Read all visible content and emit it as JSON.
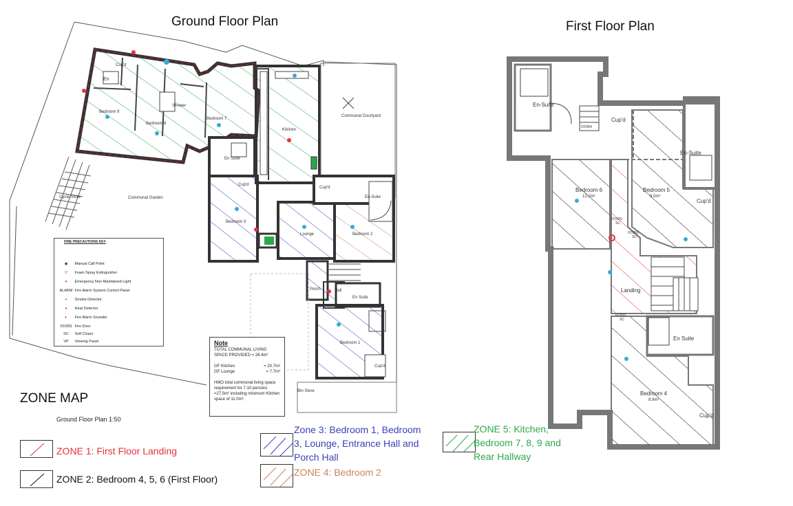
{
  "titles": {
    "ground": "Ground Floor Plan",
    "first": "First Floor Plan"
  },
  "zone_map_title": "ZONE MAP",
  "scale_note": "Ground Floor Plan 1:50",
  "colors": {
    "zone1": "#e8303a",
    "zone2": "#111111",
    "zone3": "#3a3fb8",
    "zone4": "#c8835a",
    "zone5": "#2aa84a",
    "wall": "#555555",
    "wall_fill": "#9a9a9a"
  },
  "zones": [
    {
      "id": "zone1",
      "label": "ZONE 1: First Floor Landing"
    },
    {
      "id": "zone2",
      "label": "ZONE 2: Bedroom 4, 5, 6 (First Floor)"
    },
    {
      "id": "zone3",
      "label": "Zone 3: Bedroom 1, Bedroom 3, Lounge, Entrance Hall and Porch Hall"
    },
    {
      "id": "zone4",
      "label": "ZONE 4: Bedroom 2"
    },
    {
      "id": "zone5",
      "label": "ZONE 5: Kitchen, Bedroom 7, 8, 9 and Rear Hallway"
    }
  ],
  "note": {
    "title": "Note",
    "line1": "TOTAL COMMUNAL LIVING SPACE PROVIDED = 28.4m²",
    "kitchen_label": "GF Kitchen",
    "kitchen_val": "= 20.7m²",
    "lounge_label": "GF Lounge",
    "lounge_val": "= 7.7m²",
    "line3": "HMO total communal living space requirement for 7-10 persons =27.5m² including minimum Kitchen space of 11.0m²."
  },
  "key": {
    "title": "FIRE PRECAUTIONS KEY",
    "items": [
      {
        "sym": "◉",
        "label": "Manual Call Point"
      },
      {
        "sym": "▽",
        "label": "Foam Spray Extinguisher"
      },
      {
        "sym": "●",
        "label": "Emergency Non-Maintained Light"
      },
      {
        "sym": "ALARM",
        "label": "Fire Alarm System Control Panel"
      },
      {
        "sym": "●",
        "label": "Smoke Detector"
      },
      {
        "sym": "●",
        "label": "Heat Detector"
      },
      {
        "sym": "◐",
        "label": "Fire Alarm Sounder"
      },
      {
        "sym": "FD30S",
        "label": "Fire Door"
      },
      {
        "sym": "SC",
        "label": "Self Closer"
      },
      {
        "sym": "VP",
        "label": "Viewing Panel"
      }
    ]
  },
  "ground_rooms": {
    "en1": "En",
    "cupd1": "Cup'd",
    "bed9": "Bedroom 9",
    "bed8": "Bedroom 8",
    "shower": "Shower",
    "bed7": "Bedroom 7",
    "kitchen": "Kitchen",
    "courtyard": "Communal Courtyard",
    "ensuite_a": "En Suite",
    "cupd2": "Cup'd",
    "garden": "Communal Garden",
    "cycle": "Cycle Store",
    "bed3": "Bedroom 3",
    "lounge": "Lounge",
    "bed2": "Bedroom 2",
    "cupd3": "Cup'd",
    "ensuite_b": "En-Suite",
    "porch": "Porch",
    "hall": "Hall",
    "ensuite_c": "En Suite",
    "bed1": "Bedroom 1",
    "cupd4": "Cup'd",
    "binstore": "Bin Store"
  },
  "first_rooms": {
    "ensuite1": "En-Suite",
    "down": "DOWN",
    "cupd1": "Cup'd",
    "bed6": "Bedroom 6",
    "bed6_area": "12.2m²",
    "ensuite2": "En-Suite",
    "bed5": "Bedroom 5",
    "bed5_area": "9.0m²",
    "cupd2": "Cup'd",
    "fd1": "FD30S",
    "sc1": "SC",
    "fd2": "FD30S",
    "sc2": "SC",
    "landing": "Landing",
    "fd3": "FD30S",
    "sc3": "SC",
    "ensuite3": "En Suite",
    "bed4": "Bedroom 4",
    "bed4_area": "8.9m²",
    "cupd3": "Cup'd"
  }
}
